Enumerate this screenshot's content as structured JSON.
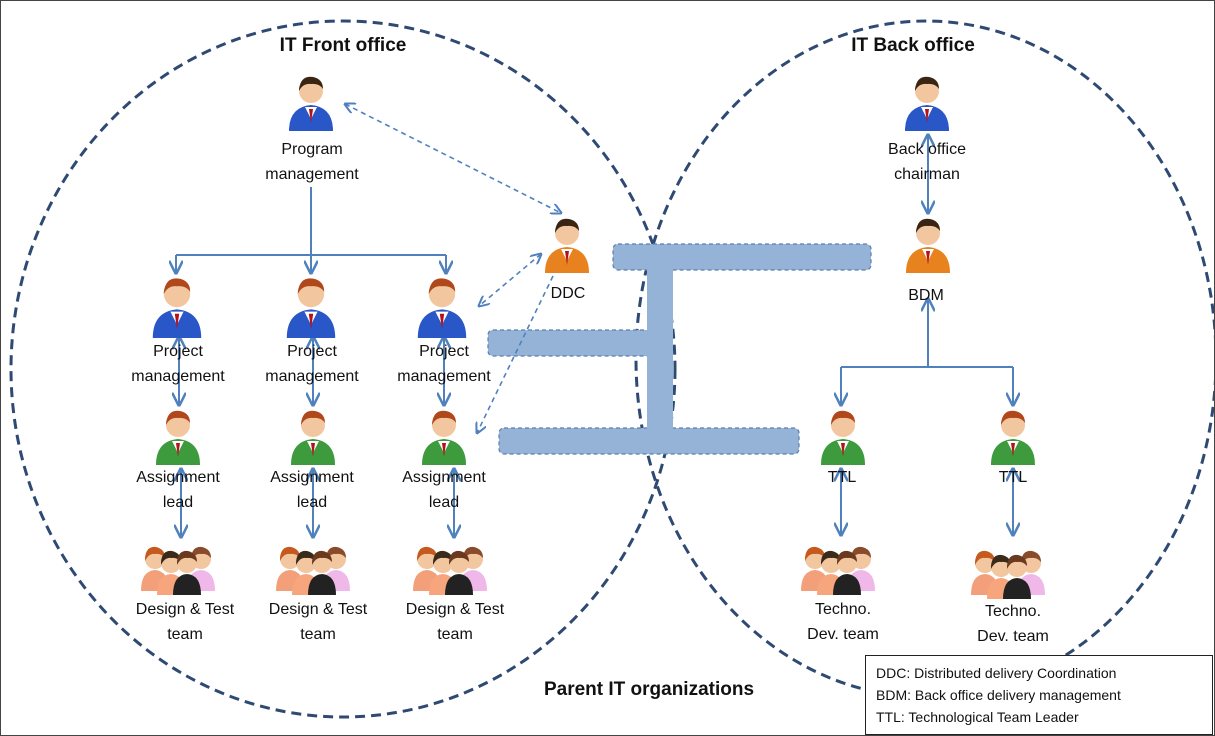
{
  "titles": {
    "front_office": "IT Front office",
    "back_office": "IT Back office",
    "parent": "Parent IT organizations"
  },
  "front": {
    "program": "Program\nmanagement",
    "ddc": "DDC",
    "project_management": "Project\nmanagement",
    "assignment_lead": "Assignment\nlead",
    "design_test_team": "Design & Test\nteam"
  },
  "back": {
    "chairman": "Back office\nchairman",
    "bdm": "BDM",
    "ttl": "TTL",
    "techno_team": "Techno.\nDev. team"
  },
  "legend": [
    "DDC: Distributed delivery Coordination",
    "BDM: Back office delivery management",
    "TTL: Technological Team Leader"
  ],
  "colors": {
    "line": "#4f81bd",
    "circle": "#2e4a73",
    "bar_fill": "#95b3d7",
    "bar_stroke": "#5b7fad",
    "suit_blue": "#2a57c8",
    "suit_orange": "#e8821e",
    "suit_green": "#3d9a3d"
  },
  "icons": {
    "manager": "person-blue-icon",
    "coordinator": "person-orange-icon",
    "lead": "person-green-icon",
    "team": "team-group-icon"
  }
}
